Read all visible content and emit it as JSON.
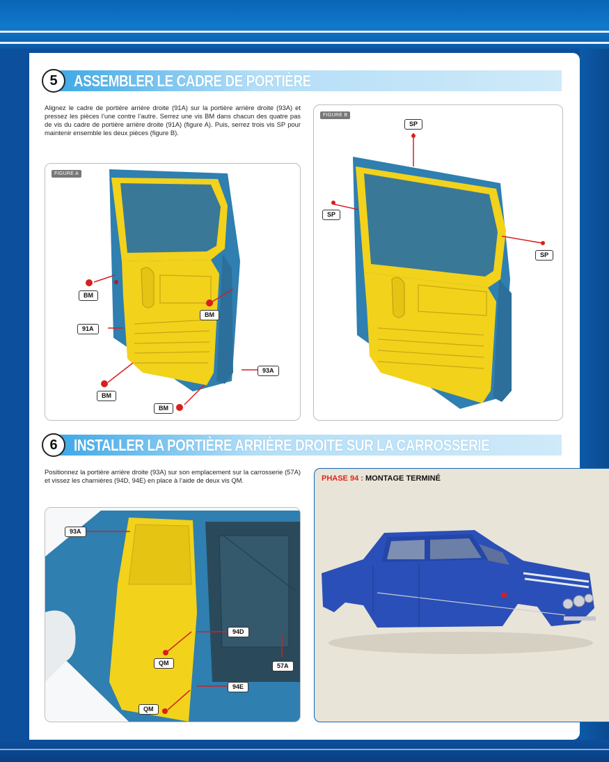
{
  "step5": {
    "number": "5",
    "title": "ASSEMBLER LE CADRE DE PORTIÈRE",
    "text": "Alignez le cadre de portière arrière droite (91A) sur la portière arrière droite (93A) et pressez les pièces l’une contre l’autre. Serrez une vis BM dans chacun des quatre pas de vis du cadre de portière arrière droite (91A) (figure A). Puis, serrez trois vis SP pour maintenir ensemble les deux pièces (figure B).",
    "figure_a": {
      "tag": "FIGURE A",
      "labels": {
        "bm1": "BM",
        "bm2": "BM",
        "part91a": "91A",
        "bm3": "BM",
        "bm4": "BM",
        "part93a": "93A"
      }
    },
    "figure_b": {
      "tag": "FIGURE B",
      "labels": {
        "sp_top": "SP",
        "sp_left": "SP",
        "sp_right": "SP"
      }
    }
  },
  "step6": {
    "number": "6",
    "title": "INSTALLER LA PORTIÈRE ARRIÈRE DROITE SUR LA CARROSSERIE",
    "text": "Positionnez la portière arrière droite (93A) sur son emplacement sur la carrosserie (57A) et vissez les charnières (94D, 94E) en place à l’aide de deux vis QM.",
    "figure": {
      "labels": {
        "part93a": "93A",
        "part94d": "94D",
        "qm1": "QM",
        "part57a": "57A",
        "part94e": "94E",
        "qm2": "QM"
      }
    }
  },
  "phase": {
    "prefix": "PHASE 94 :",
    "title": "MONTAGE TERMINÉ"
  },
  "colors": {
    "brand_blue": "#0c4f9c",
    "heading_blue": "#3aa7e6",
    "door_yellow": "#f2d21b",
    "body_blue": "#2f7fb0",
    "car_blue": "#2a4fb8",
    "arrow_red": "#d81e1e"
  }
}
